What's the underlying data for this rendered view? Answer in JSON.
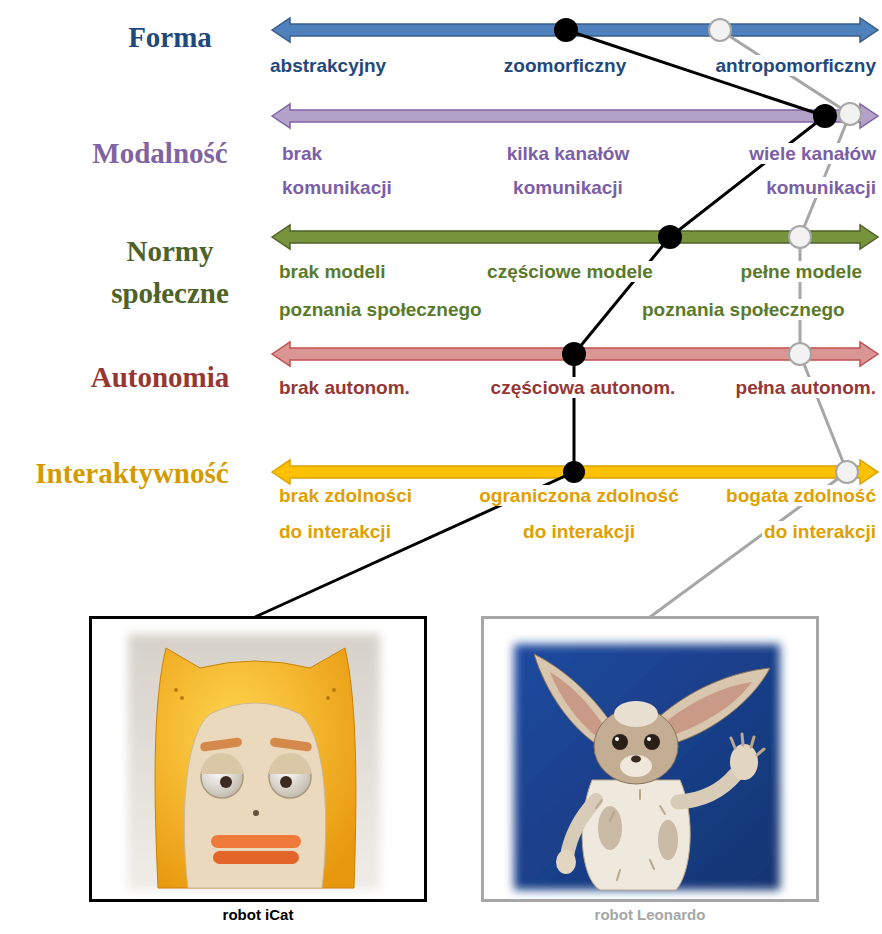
{
  "diagram": {
    "nodes": [
      {
        "text": [
          "robot iCat"
        ]
      },
      {
        "text": [
          "robot Leonardo"
        ]
      }
    ],
    "labels": [
      "Forma",
      "abstrakcyjny",
      "zoomorficzny",
      "antropomorficzny",
      "Modalność",
      "brak komunikacji",
      "kilka kanałów komunikacji",
      "wiele kanałów komunikacji",
      "Normy społeczne",
      "brak modeli",
      "częściowe modele",
      "pełne modele",
      "poznania społecznego",
      "poznania społecznego",
      "Autonomia",
      "brak autonom.",
      "częściowa autonom.",
      "pełna autonom.",
      "Interaktywność",
      "brak zdolności do interakcji",
      "ograniczona zdolność do interakcji",
      "bogata zdolność do interakcji"
    ]
  }
}
